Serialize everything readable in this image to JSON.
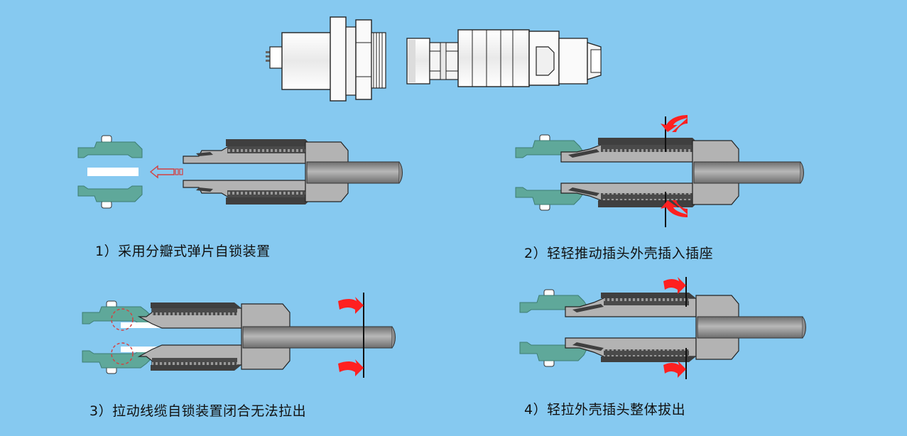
{
  "steps": [
    {
      "caption": "1）采用分瓣式弹片自锁装置"
    },
    {
      "caption": "2）轻轻推动插头外壳插入插座"
    },
    {
      "caption": "3）拉动线缆自锁装置闭合无法拉出"
    },
    {
      "caption": "4）轻拉外壳插头整体拔出"
    }
  ],
  "colors": {
    "background": "#86c9f0",
    "socket": "#5fa89a",
    "body": "#b3b3b3",
    "dark": "#3f3f3f",
    "cable": "#8c8c8c",
    "arrow_red": "#ff2020",
    "hollow_arrow": "#d44040"
  }
}
